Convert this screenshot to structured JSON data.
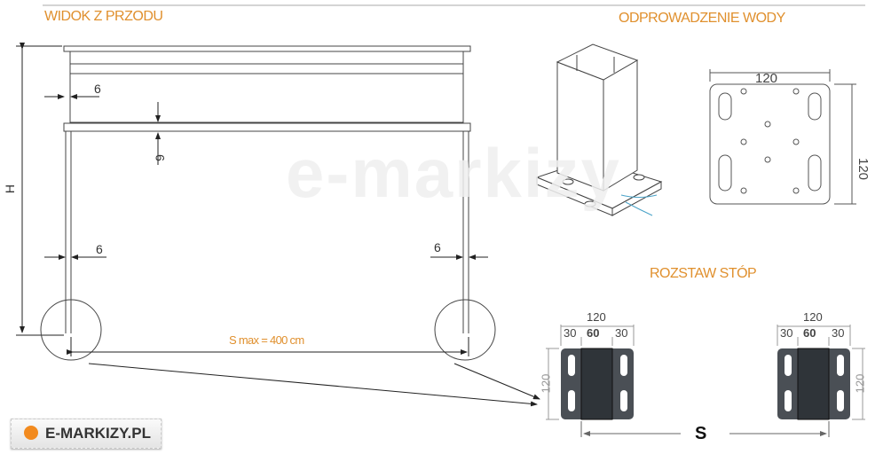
{
  "titles": {
    "front_view": "WIDOK Z PRZODU",
    "water_drain": "ODPROWADZENIE WODY",
    "foot_spacing": "ROZSTAW STÓP"
  },
  "front_view": {
    "height_label": "H",
    "top_gap": "6",
    "crossbar_gap": "9",
    "left_post_gap": "6",
    "right_post_gap": "6",
    "span_label": "S max = 400 cm"
  },
  "base_plate": {
    "width": "120",
    "height": "120"
  },
  "footprints": [
    {
      "total": "120",
      "side_left": "30",
      "center": "60",
      "side_right": "30",
      "height": "120"
    },
    {
      "total": "120",
      "side_left": "30",
      "center": "60",
      "side_right": "30",
      "height": "120"
    }
  ],
  "spacing_label": "S",
  "watermark": "e-markizy",
  "logo_text": "E-MARKIZY.PL",
  "colors": {
    "accent": "#e0902e",
    "plate": "#4a4f55",
    "plate_center": "#2f3439"
  }
}
